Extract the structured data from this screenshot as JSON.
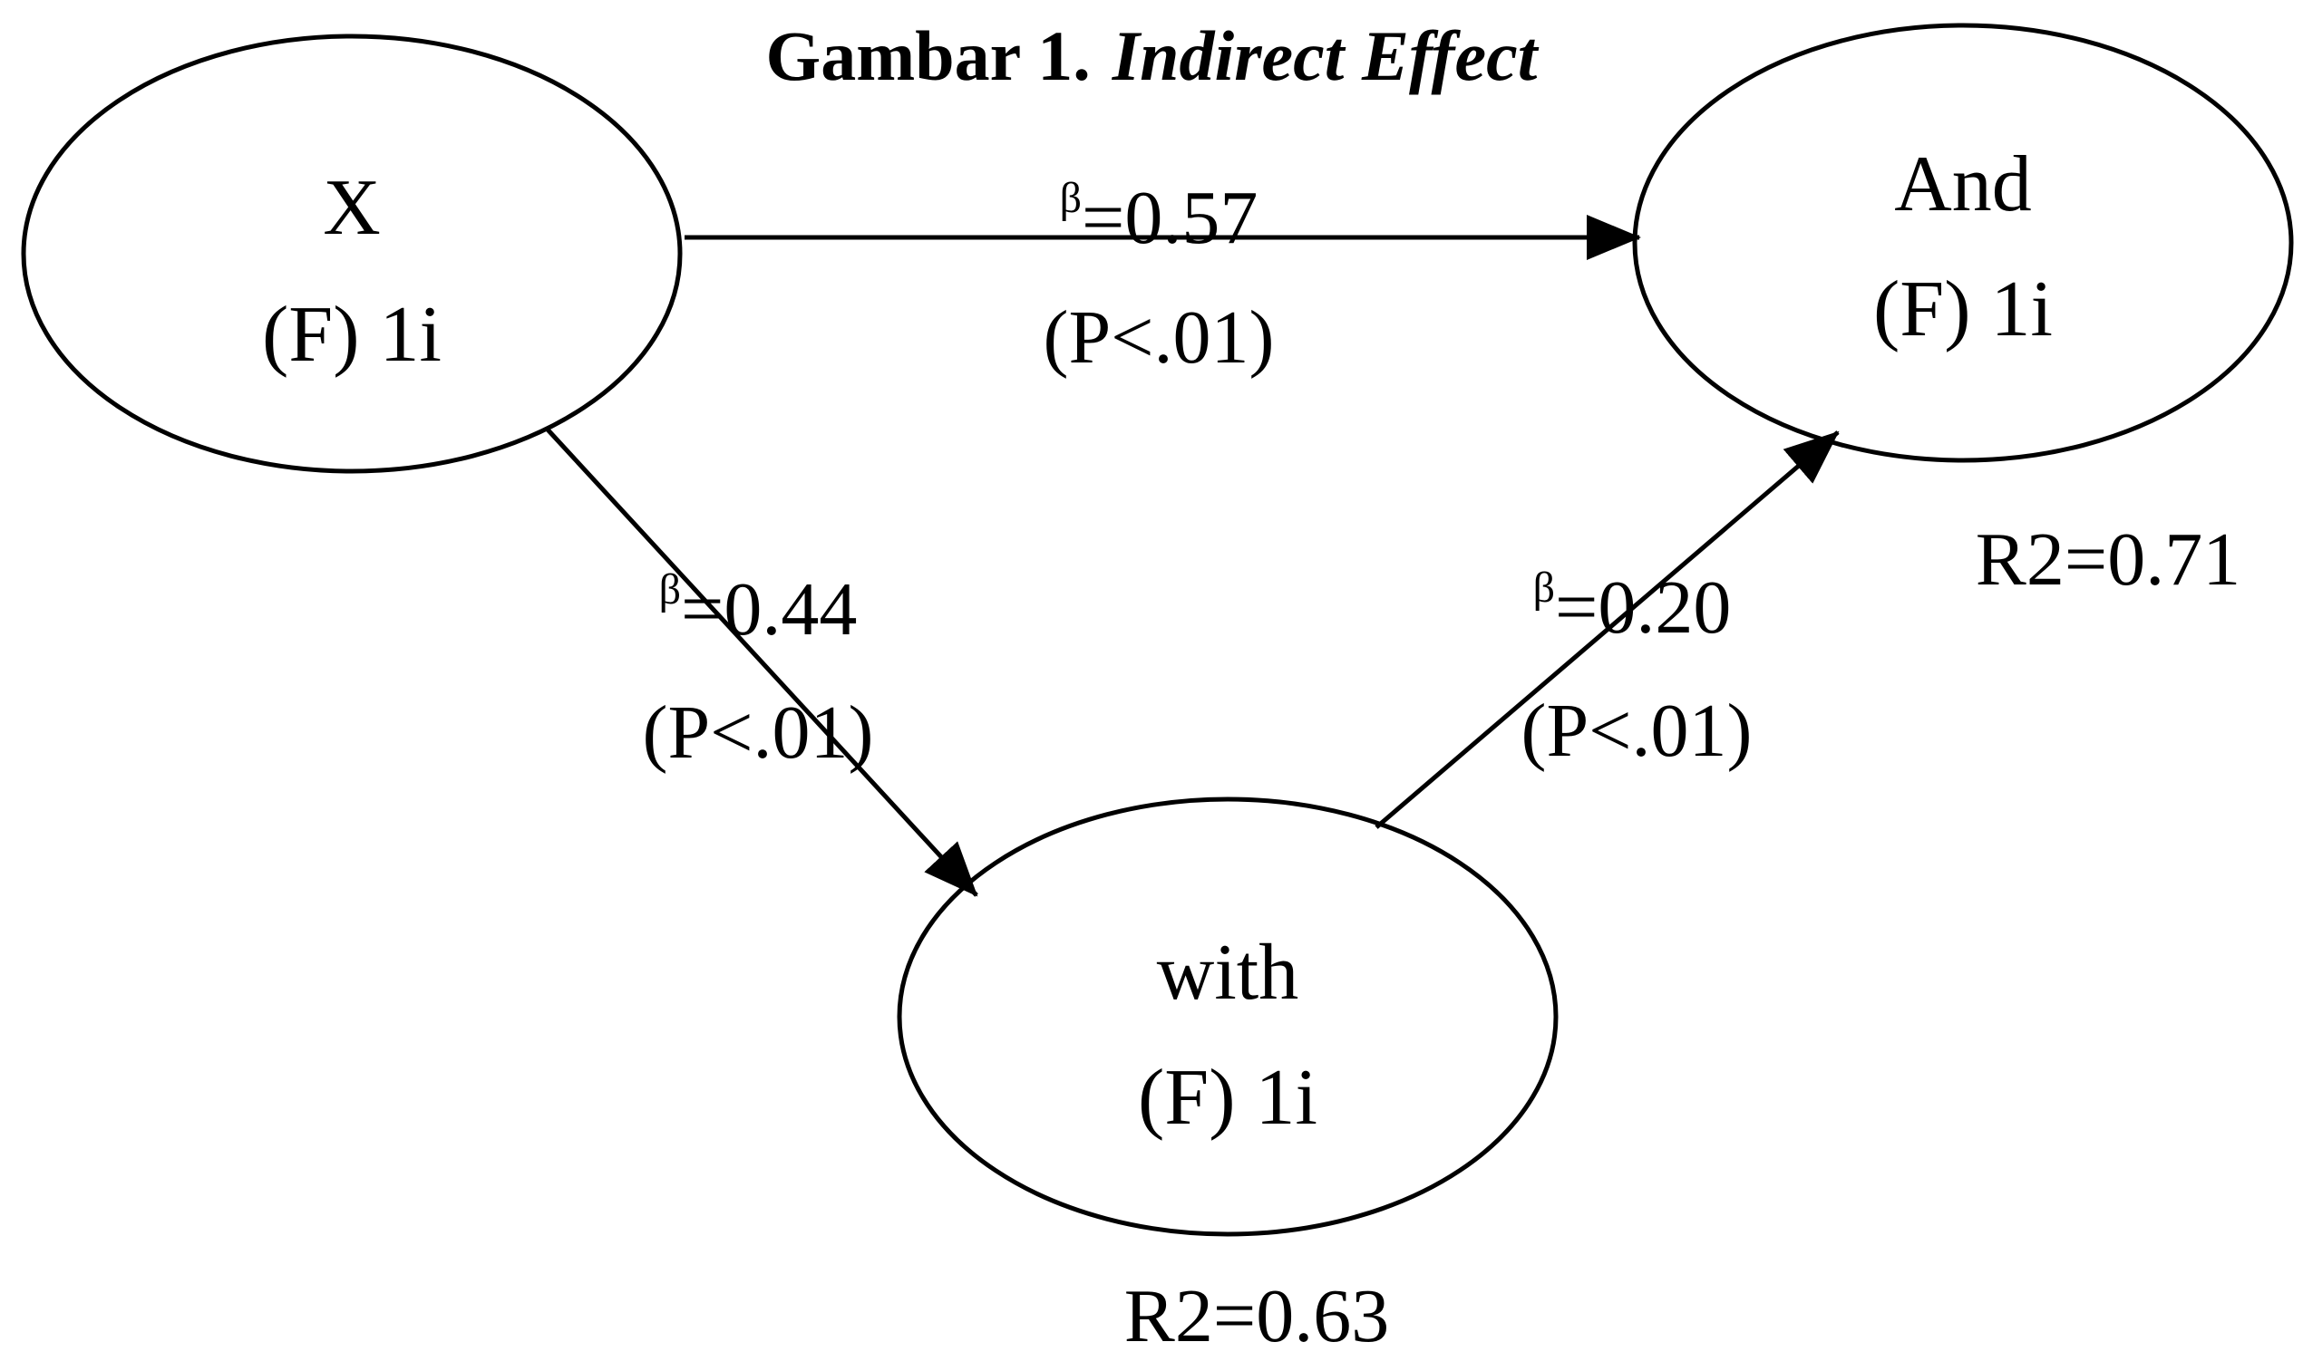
{
  "title": {
    "prefix": "Gambar 1.",
    "italic": "Indirect Effect"
  },
  "nodes": {
    "x": {
      "name": "X",
      "sub": "(F) 1i"
    },
    "y": {
      "name": "And",
      "sub": "(F) 1i",
      "r2": "R2=0.71"
    },
    "m": {
      "name": "with",
      "sub": "(F) 1i",
      "r2": "R2=0.63"
    }
  },
  "edges": {
    "x_to_y": {
      "beta_symbol": "β",
      "beta_value": "=0.57",
      "p": "(P<.01)"
    },
    "x_to_m": {
      "beta_symbol": "β",
      "beta_value": "=0.44",
      "p": "(P<.01)"
    },
    "m_to_y": {
      "beta_symbol": "β",
      "beta_value": "=0.20",
      "p": "(P<.01)"
    }
  },
  "colors": {
    "stroke": "#000000",
    "background": "#ffffff"
  }
}
